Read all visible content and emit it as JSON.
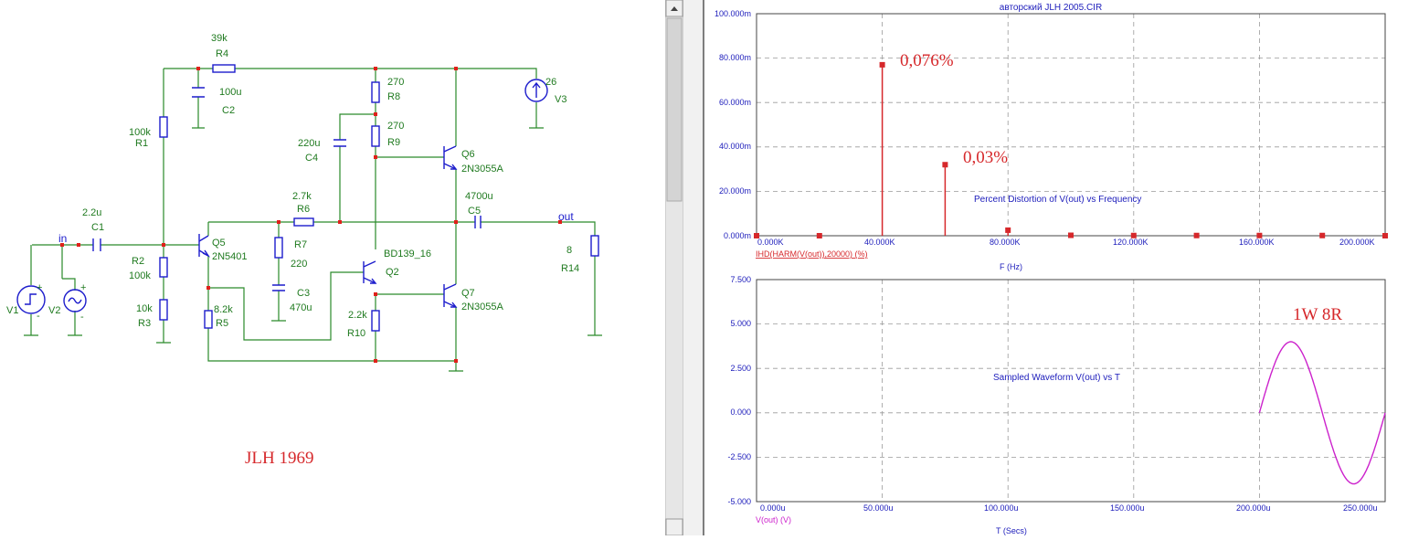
{
  "schematic": {
    "note": "JLH 1969",
    "components": {
      "R4": {
        "value": "39k",
        "name": "R4"
      },
      "C2": {
        "value": "100u",
        "name": "C2"
      },
      "R1": {
        "value": "100k",
        "name": "R1"
      },
      "R8": {
        "value": "270",
        "name": "R8"
      },
      "R9": {
        "value": "270",
        "name": "R9"
      },
      "C4": {
        "value": "220u",
        "name": "C4"
      },
      "V3": {
        "value": "26",
        "name": "V3"
      },
      "Q6": {
        "name": "Q6",
        "model": "2N3055A"
      },
      "R6": {
        "value": "2.7k",
        "name": "R6"
      },
      "C5": {
        "value": "4700u",
        "name": "C5"
      },
      "C1": {
        "value": "2.2u",
        "name": "C1"
      },
      "Q5": {
        "name": "Q5",
        "model": "2N5401"
      },
      "R7": {
        "name": "R7",
        "value": "220"
      },
      "R2": {
        "name": "R2",
        "value": "100k"
      },
      "R3": {
        "value": "10k",
        "name": "R3"
      },
      "C3": {
        "name": "C3",
        "value": "470u"
      },
      "Q2": {
        "model": "BD139_16",
        "name": "Q2"
      },
      "R5": {
        "value": "8.2k",
        "name": "R5"
      },
      "Q7": {
        "name": "Q7",
        "model": "2N3055A"
      },
      "R10": {
        "value": "2.2k",
        "name": "R10"
      },
      "R14": {
        "value": "8",
        "name": "R14"
      },
      "V1": {
        "name": "V1"
      },
      "V2": {
        "name": "V2"
      }
    },
    "nodes": {
      "in": "in",
      "out": "out"
    },
    "signs": {
      "plus": "+",
      "minus": "-"
    }
  },
  "analysis": {
    "file_title": "авторский JLH 2005.CIR",
    "top_plot": {
      "title": "Percent Distortion of V(out) vs Frequency",
      "expression": "IHD(HARM(V(out)),20000) (%)",
      "x_axis_title": "F (Hz)",
      "y_ticks": [
        "100.000m",
        "80.000m",
        "60.000m",
        "40.000m",
        "20.000m",
        "0.000m"
      ],
      "x_ticks": [
        "0.000K",
        "40.000K",
        "80.000K",
        "120.000K",
        "160.000K",
        "200.000K"
      ],
      "annotations": [
        "0,076%",
        "0,03%"
      ],
      "colors": {
        "trace": "#d6282b",
        "grid": "#9a9a9a",
        "axis_text": "#1c1cbb"
      }
    },
    "bottom_plot": {
      "title": "Sampled Waveform  V(out) vs T",
      "expression": "V(out) (V)",
      "x_axis_title": "T (Secs)",
      "y_ticks": [
        "7.500",
        "5.000",
        "2.500",
        "0.000",
        "-2.500",
        "-5.000"
      ],
      "x_ticks": [
        "0.000u",
        "50.000u",
        "100.000u",
        "150.000u",
        "200.000u",
        "250.000u"
      ],
      "annotation": "1W 8R",
      "colors": {
        "trace": "#cc22cc"
      }
    }
  },
  "chart_data": [
    {
      "type": "bar",
      "title": "Percent Distortion of V(out) vs Frequency",
      "xlabel": "F (Hz)",
      "ylabel": "IHD(HARM(V(out)),20000) (%)",
      "xlim": [
        0,
        200000
      ],
      "ylim": [
        0,
        0.1
      ],
      "x": [
        0,
        20000,
        40000,
        60000,
        80000,
        100000,
        120000,
        140000,
        160000,
        180000,
        200000
      ],
      "values": [
        0,
        0,
        0.077,
        0.032,
        0.0025,
        0.0002,
        0.0001,
        0.0001,
        0.0001,
        0.0001,
        0
      ],
      "grid": true
    },
    {
      "type": "line",
      "title": "Sampled Waveform  V(out) vs T",
      "xlabel": "T (Secs)",
      "ylabel": "V(out) (V)",
      "xlim": [
        0,
        0.00025
      ],
      "ylim": [
        -5,
        7.5
      ],
      "x": [
        0.0002,
        0.00020625,
        0.0002125,
        0.00021875,
        0.000225,
        0.00023125,
        0.0002375,
        0.00024375,
        0.00025
      ],
      "values": [
        0.0,
        2.83,
        4.0,
        2.83,
        0.0,
        -2.83,
        -4.0,
        -2.83,
        0.0
      ],
      "grid": true
    }
  ]
}
